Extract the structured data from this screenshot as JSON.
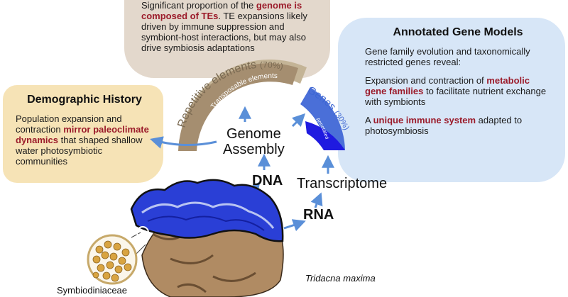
{
  "te_panel": {
    "line1": "Significant proportion of the ",
    "hl": "genome is composed of TEs",
    "line2": ". TE expansions likely driven by immune suppression and symbiont-host interactions, but may also drive symbiosis adaptations"
  },
  "demographic": {
    "title": "Demographic History",
    "text1": "Population expansion and contraction ",
    "hl": "mirror paleoclimate dynamics",
    "text2": " that shaped shallow water photosymbiotic communities"
  },
  "gene_models": {
    "title": "Annotated Gene Models",
    "p1": "Gene family evolution and taxonomically restricted genes reveal:",
    "p2_text1": "Expansion and contraction of ",
    "p2_hl": "metabolic gene families",
    "p2_text2": " to facilitate nutrient exchange with symbionts",
    "p3_text1": "A ",
    "p3_hl": "unique immune system",
    "p3_text2": " adapted to photosymbiosis"
  },
  "ring": {
    "repetitive_label": "Repetitive elements",
    "repetitive_pct": "(70%)",
    "transposable_label": "Transposable elements",
    "genes_label": "Genes",
    "genes_pct": "(30%)",
    "annotated_label": "Annotated"
  },
  "labels": {
    "genome_line1": "Genome",
    "genome_line2": "Assembly",
    "dna": "DNA",
    "transcriptome": "Transcriptome",
    "rna": "RNA",
    "species": "Tridacna maxima",
    "symbiont": "Symbiodiniaceae"
  },
  "colors": {
    "repetitive": "#c4b496",
    "transposable": "#a58e70",
    "genes": "#4a6fd8",
    "annotated": "#1f1ae0",
    "arrow": "#5a8fd8",
    "highlight": "#9b1b2a"
  }
}
